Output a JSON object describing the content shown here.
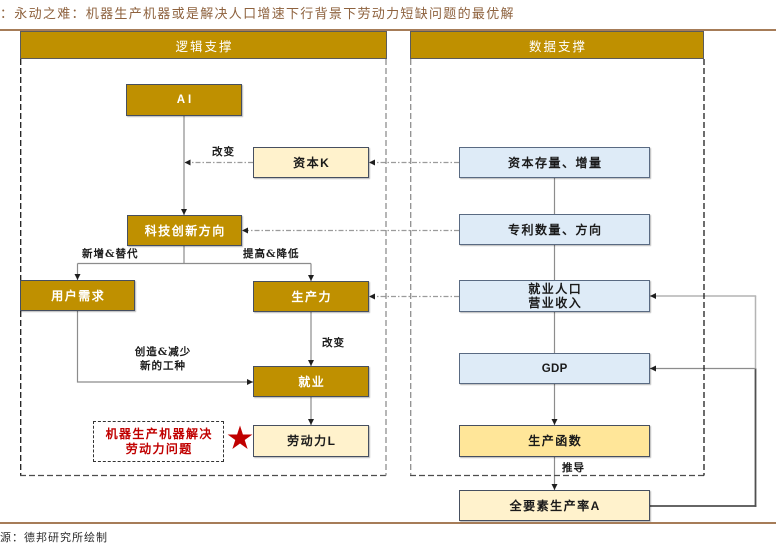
{
  "header": {
    "title": "：永动之难：机器生产机器或是解决人口增速下行背景下劳动力短缺问题的最优解"
  },
  "logic_panel": {
    "title": "逻辑支撑",
    "nodes": {
      "ai": "AI",
      "capital": "资本K",
      "tech_direction": "科技创新方向",
      "user_demand": "用户需求",
      "productivity": "生产力",
      "employment": "就业",
      "labor": "劳动力L"
    },
    "edge_labels": {
      "capital_changes_ai": "改变",
      "new_and_replace": "新增&替代",
      "raise_and_lower": "提高&降低",
      "create_and_reduce": [
        "创造&减少",
        "新的工种"
      ],
      "productivity_changes_employment": "改变"
    },
    "callout": {
      "icon": "star",
      "lines": [
        "机器生产机器解决",
        "劳动力问题"
      ]
    }
  },
  "data_panel": {
    "title": "数据支撑",
    "nodes": {
      "capital_stock": "资本存量、增量",
      "patents": "专利数量、方向",
      "employment_revenue": [
        "就业人口",
        "营业收入"
      ],
      "gdp": "GDP",
      "production_function": "生产函数"
    },
    "edge_labels": {
      "derive": "推导"
    }
  },
  "tfp_node": {
    "label": "全要素生产率A"
  },
  "edges": [
    {
      "from": "capital_stock",
      "to": "capital",
      "style": "dash-dot"
    },
    {
      "from": "capital",
      "to": "ai_to_tech_direction_link",
      "style": "dash-dot",
      "label": "capital_changes_ai"
    },
    {
      "from": "ai",
      "to": "tech_direction",
      "style": "solid"
    },
    {
      "from": "patents",
      "to": "tech_direction",
      "style": "dash-dot"
    },
    {
      "from": "tech_direction",
      "to": "user_demand",
      "style": "solid",
      "label": "new_and_replace"
    },
    {
      "from": "tech_direction",
      "to": "productivity",
      "style": "solid",
      "label": "raise_and_lower"
    },
    {
      "from": "employment_revenue",
      "to": "productivity",
      "style": "dash-dot"
    },
    {
      "from": "productivity",
      "to": "employment",
      "style": "solid",
      "label": "productivity_changes_employment"
    },
    {
      "from": "user_demand",
      "to": "employment",
      "style": "solid",
      "label": "create_and_reduce"
    },
    {
      "from": "employment",
      "to": "labor",
      "style": "solid"
    },
    {
      "from": "capital_stock",
      "to": "patents",
      "style": "line"
    },
    {
      "from": "patents",
      "to": "employment_revenue",
      "style": "line"
    },
    {
      "from": "employment_revenue",
      "to": "gdp",
      "style": "line"
    },
    {
      "from": "gdp",
      "to": "production_function",
      "style": "solid"
    },
    {
      "from": "production_function",
      "to": "tfp",
      "style": "solid",
      "label": "derive"
    },
    {
      "from": "tfp",
      "to": "gdp",
      "style": "solid"
    },
    {
      "from": "tfp",
      "to": "employment_revenue",
      "style": "solid"
    }
  ],
  "footer": {
    "source": "源：德邦研究所绘制"
  },
  "colors": {
    "gold": "#BF9000",
    "light_blue": "#DEEBF7",
    "cream": "#FFF2CC",
    "yellow": "#FFE699",
    "red": "#C00000",
    "title_brown": "#8E623E",
    "rule_brown": "#A67C58"
  }
}
